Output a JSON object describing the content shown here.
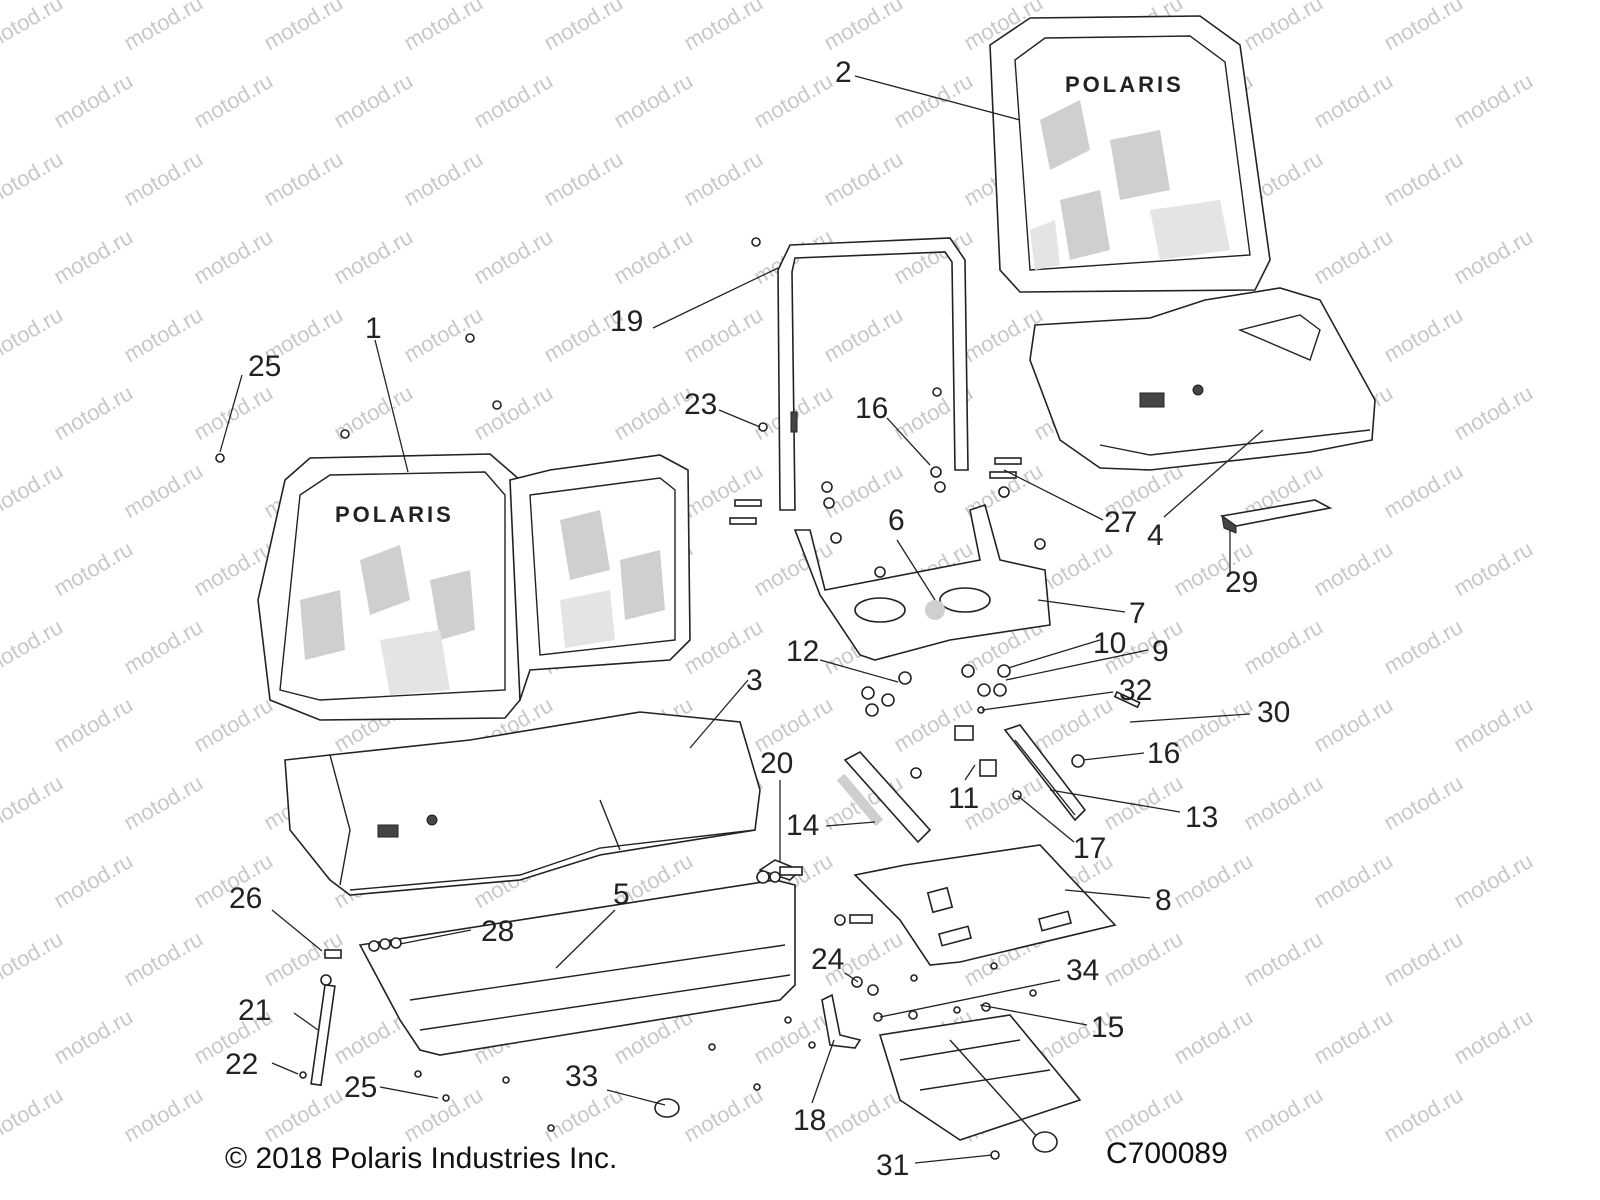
{
  "diagram": {
    "brand_logo_text": "POLARIS",
    "watermark_text": "motod.ru",
    "callouts": [
      "1",
      "2",
      "3",
      "4",
      "5",
      "6",
      "7",
      "8",
      "9",
      "10",
      "11",
      "12",
      "13",
      "14",
      "15",
      "16",
      "16",
      "17",
      "18",
      "19",
      "20",
      "21",
      "22",
      "23",
      "24",
      "25",
      "25",
      "26",
      "27",
      "28",
      "29",
      "30",
      "31",
      "32",
      "33",
      "34"
    ]
  },
  "footer": {
    "copyright": "© 2018 Polaris Industries Inc.",
    "diagram_code": "C700089"
  }
}
